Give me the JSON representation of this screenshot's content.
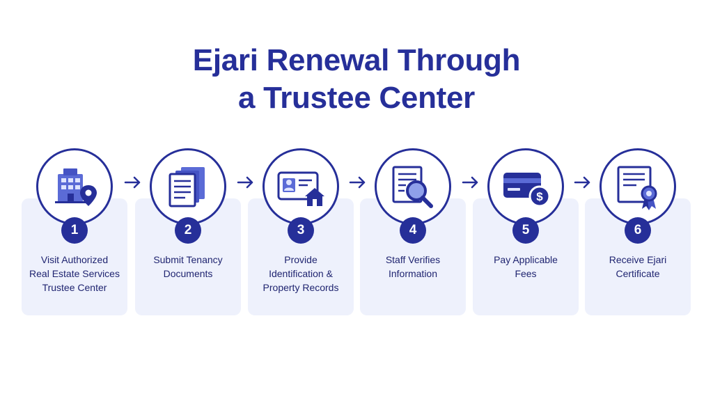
{
  "title": {
    "line1": "Ejari Renewal Through",
    "line2": "a Trustee Center"
  },
  "colors": {
    "primary": "#262f99",
    "card_background": "#eef1fc",
    "icon_fill": "#5b6bd6"
  },
  "steps": [
    {
      "number": "1",
      "icon": "building-location-icon",
      "lines": [
        "Visit Authorized",
        "Real Estate Services",
        "Trustee Center"
      ]
    },
    {
      "number": "2",
      "icon": "documents-icon",
      "lines": [
        "Submit Tenancy",
        "Documents"
      ]
    },
    {
      "number": "3",
      "icon": "id-card-home-icon",
      "lines": [
        "Provide",
        "Identification &",
        "Property Records"
      ]
    },
    {
      "number": "4",
      "icon": "document-magnifier-icon",
      "lines": [
        "Staff Verifies",
        "Information"
      ]
    },
    {
      "number": "5",
      "icon": "credit-card-dollar-icon",
      "lines": [
        "Pay Applicable",
        "Fees"
      ]
    },
    {
      "number": "6",
      "icon": "certificate-ribbon-icon",
      "lines": [
        "Receive Ejari",
        "Certificate"
      ]
    }
  ]
}
